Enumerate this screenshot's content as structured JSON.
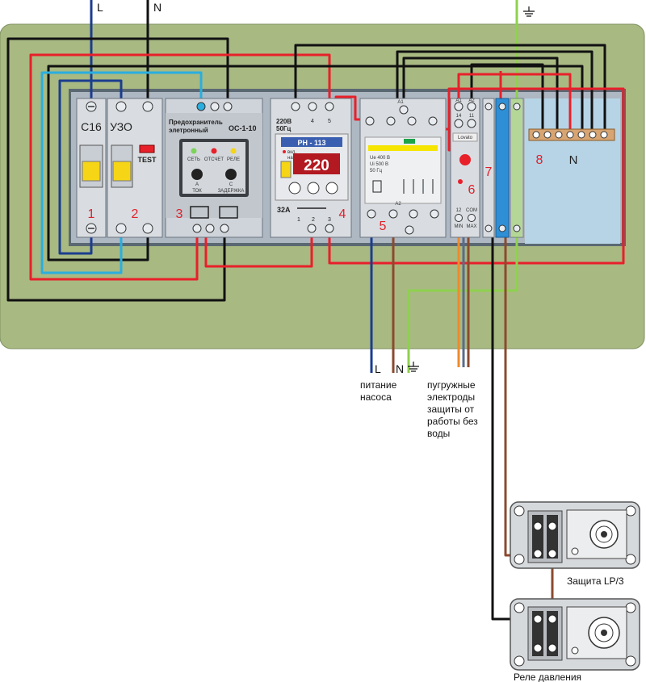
{
  "top_labels": {
    "phase": "L",
    "neutral": "N"
  },
  "modules": {
    "m1": {
      "label": "C16",
      "number": "1"
    },
    "m2": {
      "label": "УЗО",
      "test": "TEST",
      "number": "2"
    },
    "m3": {
      "title": "Предохранитель",
      "title2": "элетронный",
      "model": "ОС-1-10",
      "led1": "СЕТЬ",
      "led2": "ОТСЧЕТ",
      "led3": "РЕЛЕ",
      "knob1_letter": "А",
      "knob2_letter": "С",
      "knob1": "ТОК",
      "knob2": "ЗАДЕРЖКА",
      "number": "3"
    },
    "m4": {
      "volt": "220В",
      "freq": "50Гц",
      "t4": "4",
      "t5": "5",
      "model": "РН - 113",
      "display": "220",
      "current": "32А",
      "t1": "1",
      "t2": "2",
      "t3": "3",
      "number": "4",
      "small1": "вкл.",
      "small2": "нагрузки"
    },
    "m5": {
      "spec1": "Ue 400 В",
      "spec2": "Ui 500 В",
      "spec3": "50 Гц",
      "number": "5",
      "a1": "A1",
      "a2": "A2"
    },
    "m6": {
      "a1": "A1",
      "a2": "A2",
      "t14": "14",
      "t11": "11",
      "brand": "Lovato",
      "bot1": "12",
      "bot2": "COM",
      "min": "MIN",
      "max": "MAX",
      "number": "6"
    },
    "m7": {
      "number": "7"
    },
    "m8": {
      "number": "8",
      "letter": "N"
    }
  },
  "bottom": {
    "L": "L",
    "N": "N",
    "pump_caption": [
      "питание",
      "насоса"
    ],
    "electrodes_caption": [
      "пугружные",
      "электроды",
      "защиты от",
      "работы без",
      "воды"
    ]
  },
  "devices": {
    "lp3": "Защита LP/3",
    "pressure_relay": "Реле давления"
  },
  "colors": {
    "panel": "#a8b982",
    "phase": "#1b3d8f",
    "neutral": "#111111",
    "red": "#e8202a",
    "cyan": "#2aaee0",
    "brown": "#8b4a2e",
    "orange": "#ef8a2a",
    "gray": "#5a6c8a",
    "earth": "#8fd14f"
  }
}
